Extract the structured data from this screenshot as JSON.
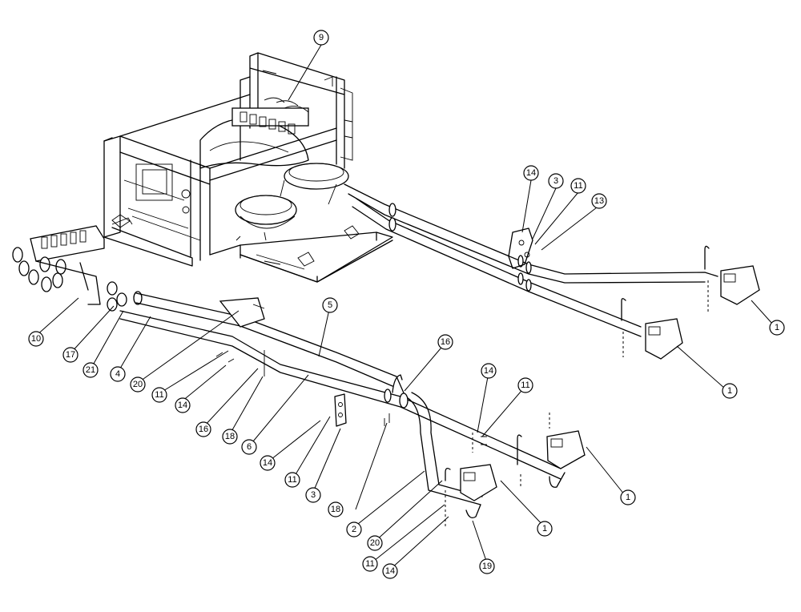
{
  "callouts": [
    "1",
    "1",
    "1",
    "1",
    "2",
    "3",
    "3",
    "4",
    "5",
    "6",
    "9",
    "10",
    "11",
    "11",
    "11",
    "11",
    "11",
    "13",
    "14",
    "14",
    "14",
    "14",
    "14",
    "16",
    "16",
    "17",
    "18",
    "18",
    "19",
    "20",
    "20",
    "21"
  ]
}
